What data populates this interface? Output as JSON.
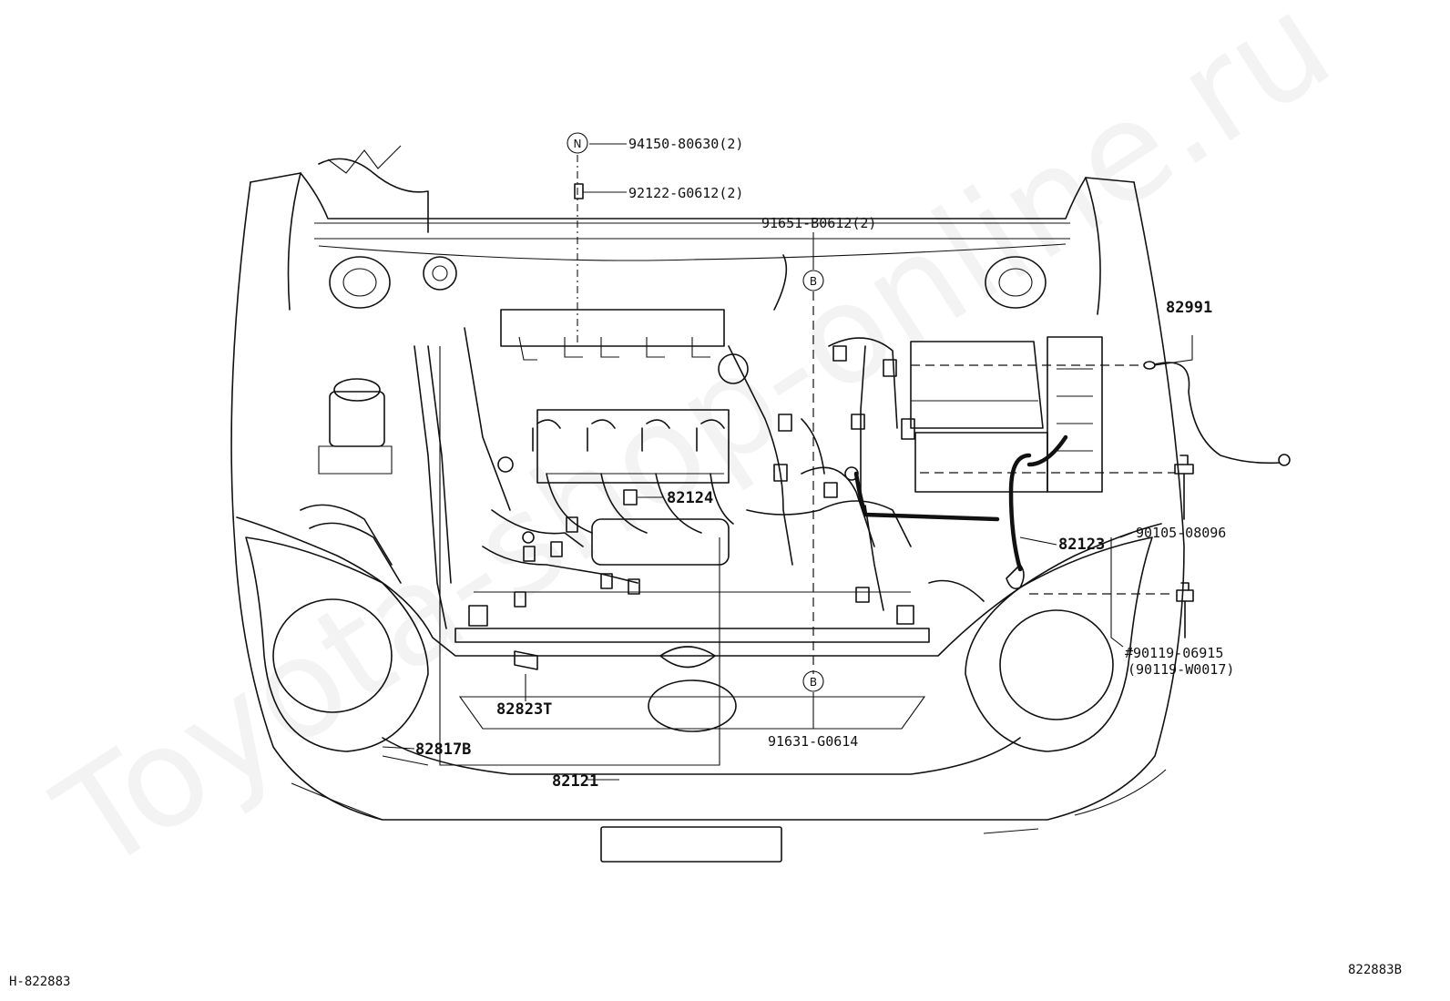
{
  "watermark": "Toyota-shop-online.ru",
  "markers": {
    "n": "N",
    "b": "B"
  },
  "parts": [
    {
      "id": "p94150",
      "text": "94150-80630(2)"
    },
    {
      "id": "p92122",
      "text": "92122-G0612(2)"
    },
    {
      "id": "p91651",
      "text": "91651-B0612(2)"
    },
    {
      "id": "p82991",
      "text": "82991"
    },
    {
      "id": "p82124",
      "text": "82124"
    },
    {
      "id": "p90105",
      "text": "90105-08096"
    },
    {
      "id": "p82123",
      "text": "82123"
    },
    {
      "id": "p90119a",
      "text": "#90119-06915"
    },
    {
      "id": "p90119b",
      "text": "(90119-W0017)"
    },
    {
      "id": "p82823",
      "text": "82823T"
    },
    {
      "id": "p91631",
      "text": "91631-G0614"
    },
    {
      "id": "p82817",
      "text": "82817B"
    },
    {
      "id": "p82121",
      "text": "82121"
    }
  ],
  "footer": {
    "left_code": "H-822883",
    "right_code": "822883B"
  }
}
